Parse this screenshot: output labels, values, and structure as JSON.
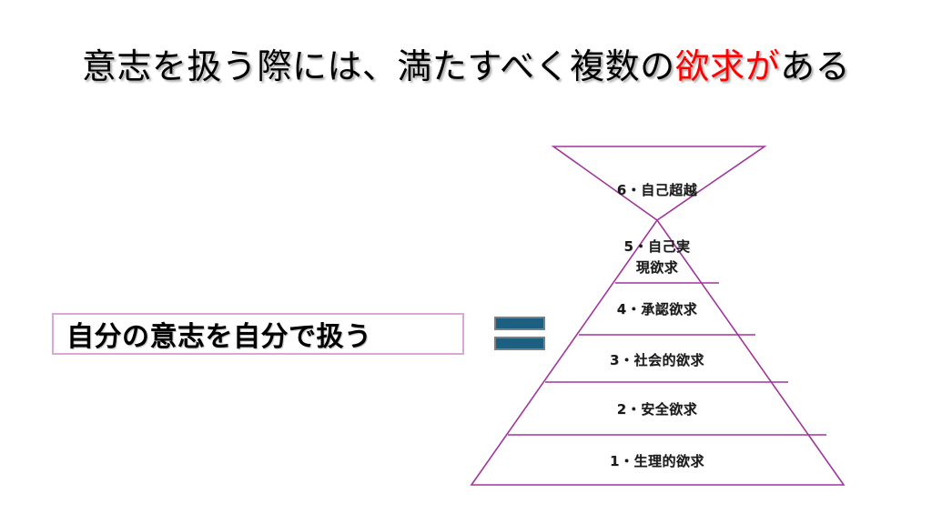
{
  "slide": {
    "background_color": "#ffffff",
    "title": {
      "full_text": "意志を扱う際には、満たすべく複数の欲求がある",
      "part_plain_1": "意志を扱う際には、満たすべく複数の",
      "part_highlight": "欲求が",
      "part_plain_2": "ある",
      "highlight_color": "#ff0000",
      "text_color": "#000000"
    },
    "statement_box": {
      "text": "自分の意志を自分で扱う",
      "border_color": "#d9a8d9",
      "text_color": "#000000"
    },
    "equals_sign": {
      "name": "equals-sign",
      "fill_color": "#1d5f80",
      "border_color": "#7f7f7f"
    },
    "pyramid": {
      "line_color": "#a0359b",
      "fill_color": "#ffffff",
      "apex_tier_label": "6・自己超越",
      "tiers": [
        {
          "number": "6",
          "label": "6・自己超越",
          "shape": "inverted-triangle"
        },
        {
          "number": "5",
          "label_line_1": "5・自己実",
          "label_line_2": "現欲求",
          "label": "5・自己実現欲求",
          "shape": "triangle-apex"
        },
        {
          "number": "4",
          "label": "4・承認欲求",
          "shape": "trapezoid"
        },
        {
          "number": "3",
          "label": "3・社会的欲求",
          "shape": "trapezoid"
        },
        {
          "number": "2",
          "label": "2・安全欲求",
          "shape": "trapezoid"
        },
        {
          "number": "1",
          "label": "1・生理的欲求",
          "shape": "trapezoid"
        }
      ]
    }
  }
}
